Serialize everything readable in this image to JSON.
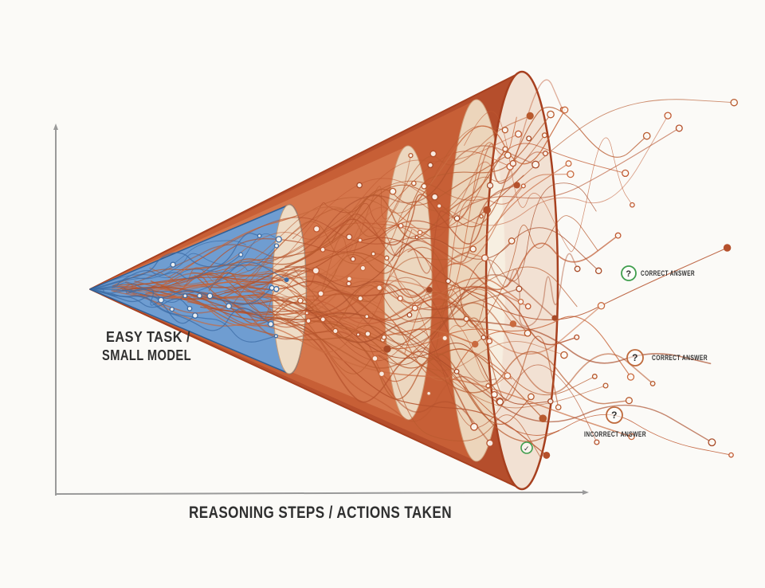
{
  "diagram": {
    "x_axis_label": "REASONING STEPS / ACTIONS TAKEN",
    "cone_label_line1": "EASY TASK /",
    "cone_label_line2": "SMALL MODEL",
    "annotations": [
      {
        "label": "CORRECT ANSWER",
        "symbol": "?",
        "color": "#3f9e4d"
      },
      {
        "label": "CORRECT ANSWER",
        "symbol": "?",
        "color": "#bf6a3c"
      },
      {
        "label": "INCORRECT ANSWER",
        "symbol": "?",
        "color": "#bf6a3c"
      }
    ],
    "check_marker": {
      "symbol": "✓",
      "color": "#3f9e4d"
    },
    "colors": {
      "background": "#fbfaf7",
      "axis": "#9a9a9a",
      "text": "#303030",
      "cone_blue": "#6f9dd1",
      "cone_blue_edge": "#2e5e95",
      "band_mid": "#d5764b",
      "band_deep": "#c75f36",
      "band_rim": "#b54e2c",
      "cap_face": "#eedcc6",
      "cap_face_mid": "#ecd7bf",
      "cap_face_deep": "#ecd5bb",
      "rim_face": "#f8f2e6",
      "rim_edge": "#a7401f",
      "strand_palette": [
        "#b5512c",
        "#c05a32",
        "#a84b28",
        "#c96a3f",
        "#b85a2e"
      ],
      "strand_blue": "#3c6ca6",
      "green": "#3f9e4d",
      "annotation_orange": "#bf6a3c"
    }
  }
}
